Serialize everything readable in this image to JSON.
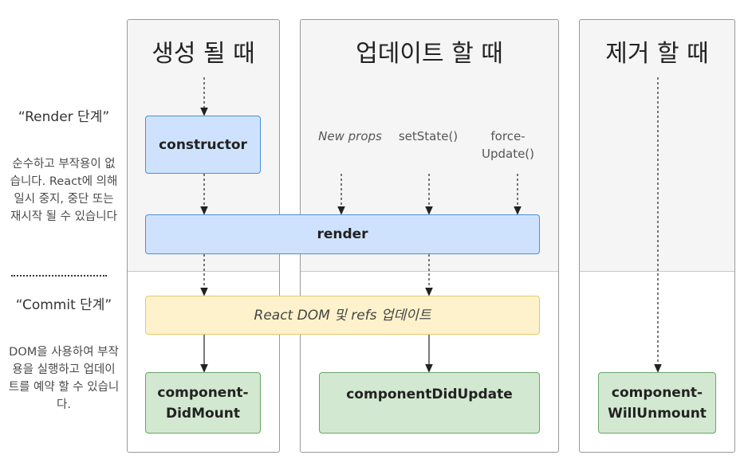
{
  "legend": {
    "render_title": "“Render 단계”",
    "render_desc": "순수하고 부작용이 없습니다. React에 의해 일시 중지, 중단 또는 재시작 될 수 있습니다",
    "commit_title": "“Commit 단계”",
    "commit_desc": "DOM을 사용하여 부작용을 실행하고 업데이트를 예약 할 수 있습니다."
  },
  "columns": {
    "mount_title": "생성 될 때",
    "update_title": "업데이트 할 때",
    "unmount_title": "제거 할 때"
  },
  "triggers": {
    "new_props": "New props",
    "set_state": "setState()",
    "force_update": "force-Update()"
  },
  "boxes": {
    "constructor": "constructor",
    "render": "render",
    "react_dom": "React DOM 및 refs 업데이트",
    "did_mount": "component-DidMount",
    "did_update": "componentDidUpdate",
    "will_unmount": "component-WillUnmount"
  },
  "colors": {
    "render_phase_box": "#cfe2fd",
    "render_phase_border": "#4a90d9",
    "dom_update_box": "#fdf2cc",
    "commit_phase_box": "#d2e8d0",
    "column_bg": "#f5f5f5"
  }
}
